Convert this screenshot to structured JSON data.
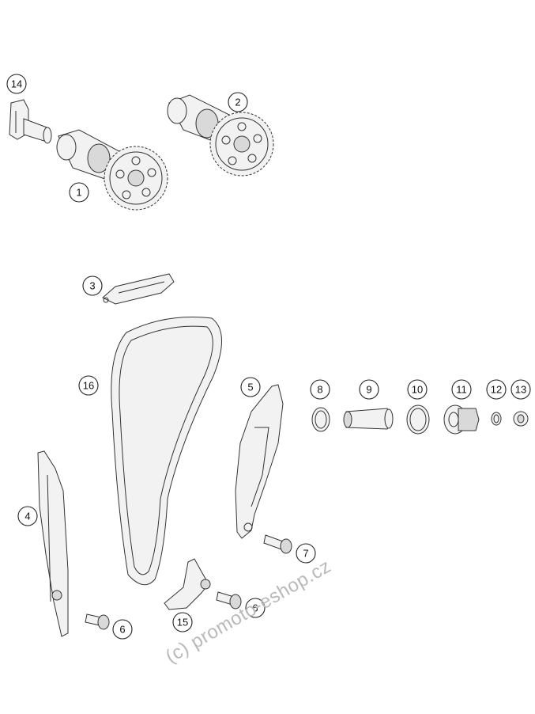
{
  "callouts": {
    "c1": "1",
    "c2": "2",
    "c3": "3",
    "c4": "4",
    "c5": "5",
    "c6a": "6",
    "c6b": "6",
    "c7": "7",
    "c8": "8",
    "c9": "9",
    "c10": "10",
    "c11": "11",
    "c12": "12",
    "c13": "13",
    "c14": "14",
    "c15": "15",
    "c16": "16"
  },
  "watermark": "(c) promoto-eshop.cz"
}
